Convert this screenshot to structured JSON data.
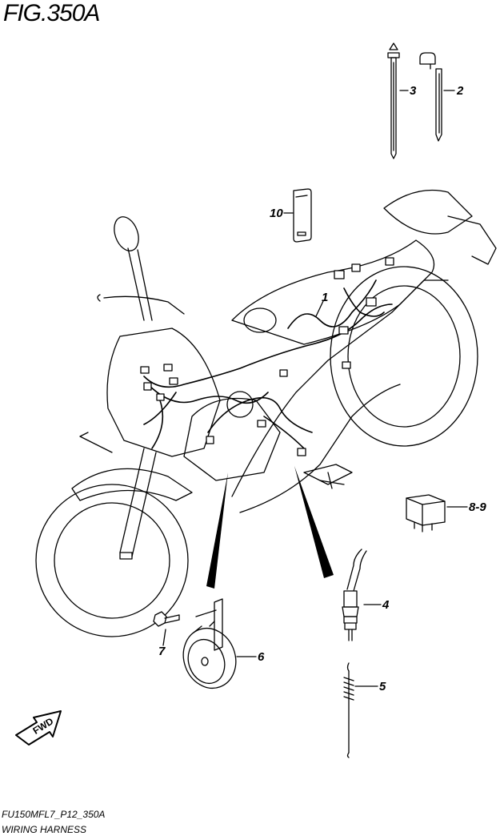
{
  "figure": {
    "title": "FIG.350A",
    "code": "FU150MFL7_P12_350A",
    "name": "WIRING HARNESS",
    "direction_label": "FWD"
  },
  "callouts": {
    "c1": "1",
    "c2": "2",
    "c3": "3",
    "c4": "4",
    "c5": "5",
    "c6": "6",
    "c7": "7",
    "c89": "8-9",
    "c10": "10"
  }
}
